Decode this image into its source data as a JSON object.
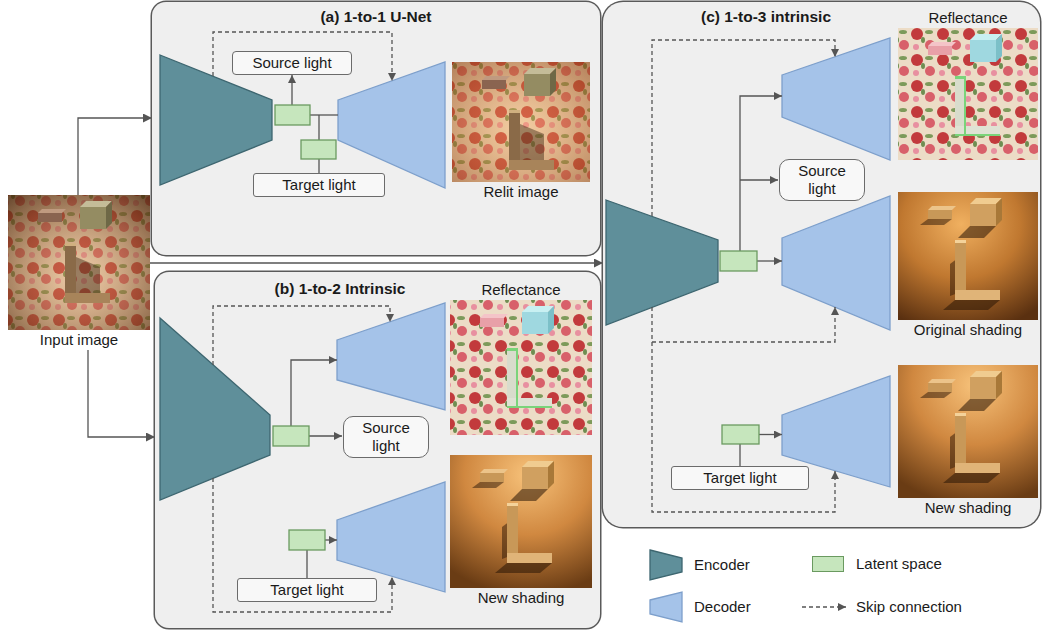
{
  "diagram": {
    "nodes": [
      {
        "text": [
          "Input image"
        ]
      },
      {
        "text": [
          "(a) 1-to-1 U-Net"
        ]
      },
      {
        "text": [
          "Source light"
        ],
        "in": 1
      },
      {
        "text": [
          "Target light"
        ],
        "in": 1
      },
      {
        "text": [
          "Relit image"
        ],
        "in": 1
      },
      {
        "text": [
          "(b) 1-to-2 Intrinsic"
        ]
      },
      {
        "text": [
          "Reflectance"
        ],
        "in": 5
      },
      {
        "text": [
          "Source light"
        ],
        "in": 5
      },
      {
        "text": [
          "Target light"
        ],
        "in": 5
      },
      {
        "text": [
          "New shading"
        ],
        "in": 5
      },
      {
        "text": [
          "(c) 1-to-3 intrinsic"
        ]
      },
      {
        "text": [
          "Reflectance"
        ],
        "in": 10
      },
      {
        "text": [
          "Source light"
        ],
        "in": 10
      },
      {
        "text": [
          "Original shading"
        ],
        "in": 10
      },
      {
        "text": [
          "Target light"
        ],
        "in": 10
      },
      {
        "text": [
          "New shading"
        ],
        "in": 10
      }
    ],
    "edges": [
      {
        "from": 0,
        "to": 1,
        "arrow": "to"
      },
      {
        "from": 0,
        "to": 5,
        "arrow": "to"
      },
      {
        "from": 0,
        "to": 10,
        "arrow": "to"
      }
    ],
    "legend": [
      {
        "text": "Encoder"
      },
      {
        "text": "Latent space",
        "color": "#c6e6bd"
      },
      {
        "text": "Decoder"
      },
      {
        "text": "Skip connection"
      }
    ]
  }
}
